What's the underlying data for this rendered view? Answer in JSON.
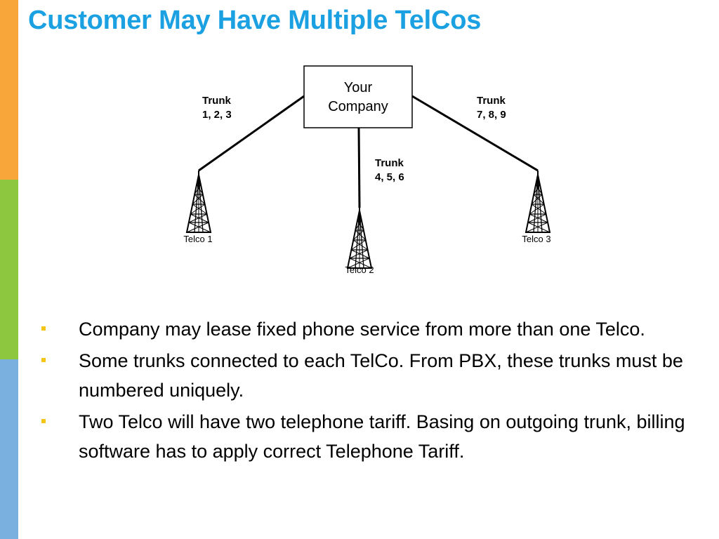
{
  "slide": {
    "title": "Customer May Have Multiple TelCos"
  },
  "diagram": {
    "company": {
      "line1": "Your",
      "line2": "Company"
    },
    "trunks": [
      {
        "line1": "Trunk",
        "line2": "1, 2, 3"
      },
      {
        "line1": "Trunk",
        "line2": "4, 5, 6"
      },
      {
        "line1": "Trunk",
        "line2": "7, 8, 9"
      }
    ],
    "telcos": [
      "Telco 1",
      "Telco 2",
      "Telco 3"
    ]
  },
  "bullets": [
    "Company may lease fixed phone service from more than one Telco.",
    "Some trunks connected to each TelCo. From PBX, these trunks must be numbered uniquely.",
    "Two Telco will have two telephone tariff. Basing on outgoing trunk, billing software has to apply correct Telephone Tariff."
  ],
  "colors": {
    "title": "#1ba1e2",
    "stripe_orange": "#f8a53a",
    "stripe_green": "#8dc63f",
    "stripe_blue": "#7ab0e0",
    "bullet": "#f5c518"
  }
}
